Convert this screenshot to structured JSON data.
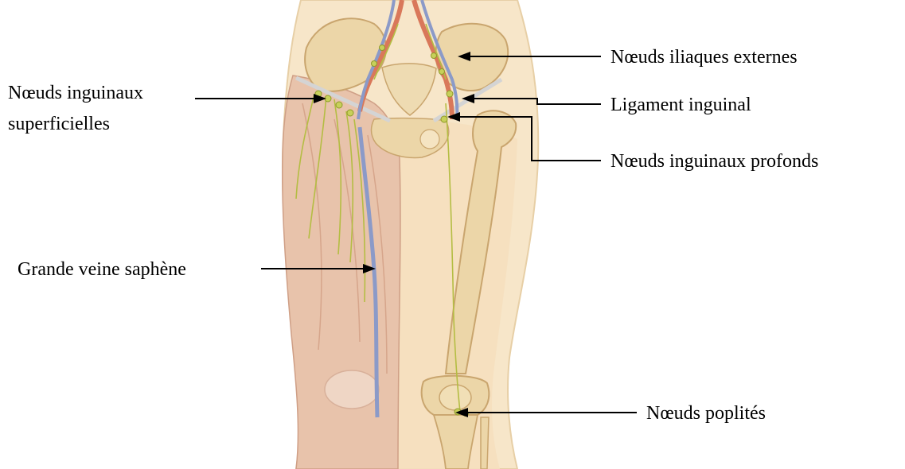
{
  "labels": {
    "nodes_iliac_external": "Nœuds iliaques externes",
    "ligament_inguinal": "Ligament inguinal",
    "nodes_inguinal_deep": "Nœuds inguinaux profonds",
    "nodes_inguinal_superficial_line1": "Nœuds inguinaux",
    "nodes_inguinal_superficial_line2": "superficielles",
    "great_saphenous_vein": "Grande veine saphène",
    "nodes_popliteal": "Nœuds poplités"
  },
  "colors": {
    "skin_light": "#f7e6c9",
    "skin_mid": "#efd2a6",
    "muscle": "#e6c1a8",
    "bone": "#ecd6a8",
    "bone_shadow": "#cfae78",
    "vein": "#8b9ac8",
    "artery": "#d9785a",
    "lymph": "#b4bd43",
    "ligament": "#d4d4d4",
    "pointer": "#000000"
  }
}
